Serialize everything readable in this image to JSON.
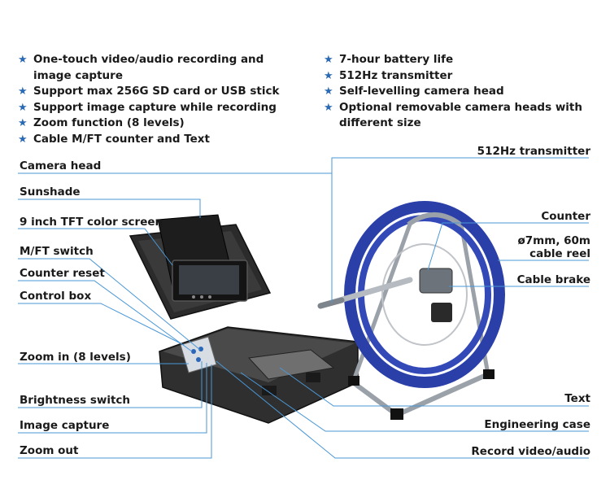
{
  "features_left": [
    "One-touch video/audio recording and image capture",
    "Support max 256G SD card or USB stick",
    "Support image capture while recording",
    "Zoom function (8 levels)",
    "Cable M/FT counter and Text"
  ],
  "features_right": [
    "7-hour battery life",
    "512Hz transmitter",
    "Self-levelling camera head",
    "Optional removable camera heads with different size"
  ],
  "callouts_left": {
    "camera_head": "Camera head",
    "sunshade": "Sunshade",
    "tft_screen": "9 inch TFT color screen",
    "mft_switch": "M/FT switch",
    "counter_reset": "Counter reset",
    "control_box": "Control box",
    "zoom_in": "Zoom in (8 levels)",
    "brightness_switch": "Brightness switch",
    "image_capture": "Image capture",
    "zoom_out": "Zoom out"
  },
  "callouts_right": {
    "transmitter": "512Hz transmitter",
    "counter": "Counter",
    "cable_reel_1": "ø7mm, 60m",
    "cable_reel_2": "cable reel",
    "cable_brake": "Cable brake",
    "text": "Text",
    "engineering_case": "Engineering case",
    "record": "Record video/audio"
  },
  "colors": {
    "bullet_star": "#2a69b3",
    "leader_line": "#4a97d6",
    "reel_blue": "#2b3fa8"
  }
}
